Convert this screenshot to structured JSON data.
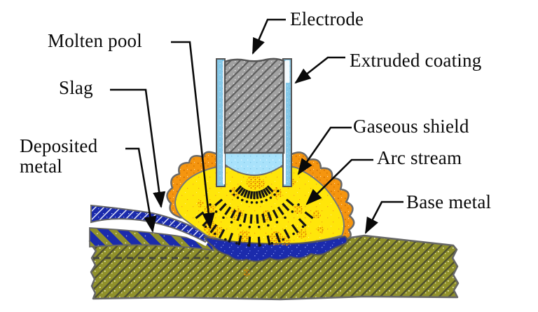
{
  "figure": {
    "labels": {
      "electrode": "Electrode",
      "extruded_coating": "Extruded coating",
      "molten_pool": "Molten pool",
      "slag": "Slag",
      "deposited_metal": {
        "lines": [
          "Deposited",
          "metal"
        ]
      },
      "gaseous_shield": "Gaseous shield",
      "arc_stream": "Arc stream",
      "base_metal": "Base metal"
    },
    "colors": {
      "electrode_core": "#A2A2A2",
      "extruded_coating": "#85C8E8",
      "molten_tip": "#A8E2FB",
      "gaseous_shield": "#F5950F",
      "arc_stream": "#FFE60A",
      "arc_spatter": "#EE8A00",
      "molten_pool": "#1B2BAC",
      "slag": "#1B2BAC",
      "deposited_metal": "#1B2BAC",
      "base_metal": "#90912B",
      "outline": "#666666",
      "text": "#0a0a0a"
    }
  }
}
